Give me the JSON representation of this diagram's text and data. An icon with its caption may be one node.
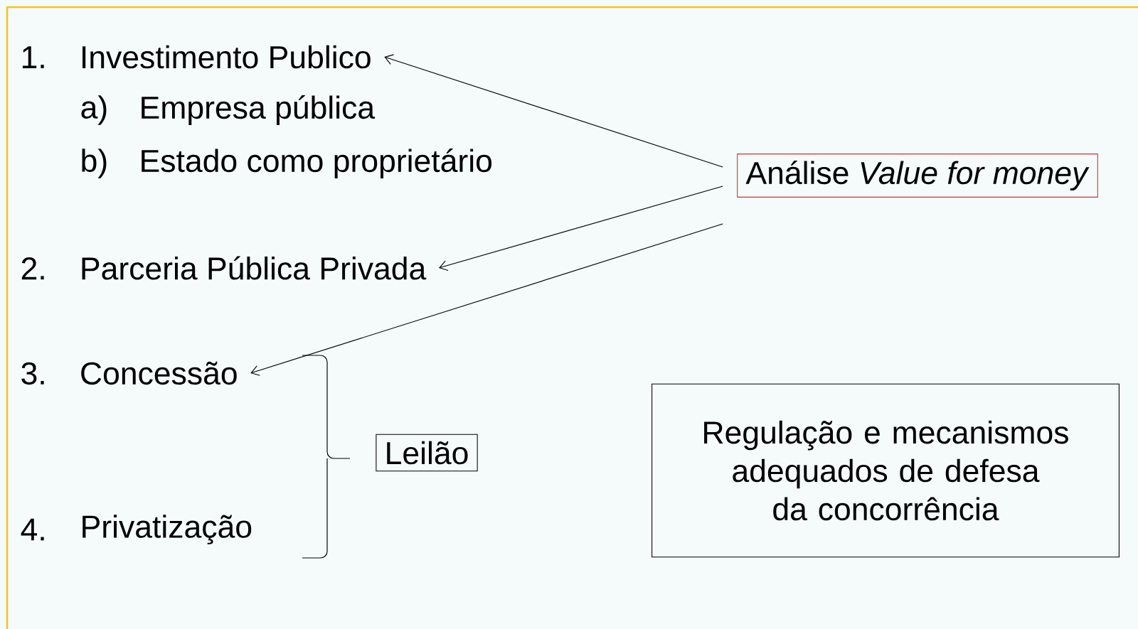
{
  "diagram": {
    "nodes": [
      {
        "text": [
          "1.",
          "Investimento Publico"
        ]
      },
      {
        "text": [
          "2.",
          "Parceria Pública Privada"
        ]
      },
      {
        "text": [
          "3.",
          "Concessão"
        ]
      },
      {
        "text": [
          "Análise *Value for money*"
        ]
      },
      {
        "text": [
          "Leilão"
        ]
      },
      {
        "text": [
          "Regulação e mecanismos adequados de defesa da concorrência"
        ]
      }
    ],
    "edges": [
      {
        "from": 3,
        "to": 0,
        "arrow": "to"
      },
      {
        "from": 3,
        "to": 1,
        "arrow": "to"
      },
      {
        "from": 3,
        "to": 2,
        "arrow": "to"
      }
    ],
    "labels": [
      "a)",
      "Empresa pública",
      "b)",
      "Estado como proprietário",
      "4.",
      "Privatização"
    ]
  }
}
